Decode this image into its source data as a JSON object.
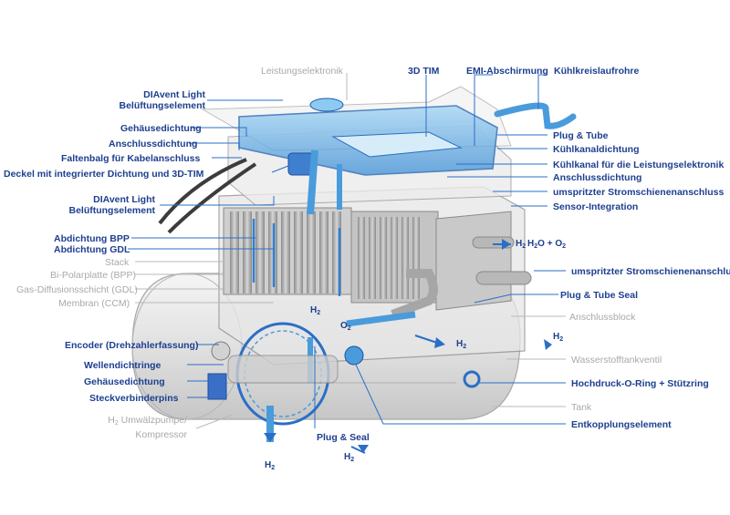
{
  "labels": {
    "power_electronics": "Leistungselektronik",
    "diavent_top_1": "DIAvent Light",
    "diavent_top_2": "Belüftungselement",
    "housing_seal_top": "Gehäusedichtung",
    "connection_seal_top": "Anschlussdichtung",
    "bellows": "Faltenbalg für Kabelanschluss",
    "lid_seal": "Deckel mit integrierter Dichtung und 3D-TIM",
    "diavent_mid_1": "DIAvent Light",
    "diavent_mid_2": "Belüftungselement",
    "bpp_seal": "Abdichtung BPP",
    "gdl_seal": "Abdichtung GDL",
    "stack": "Stack",
    "bpp": "Bi-Polarplatte (BPP)",
    "gdl": "Gas-Diffusionsschicht (GDL)",
    "ccm": "Membran (CCM)",
    "encoder": "Encoder (Drehzahlerfassung)",
    "shaft_seals": "Wellendichtringe",
    "housing_seal_bottom": "Gehäusedichtung",
    "connector_pins": "Steckverbinderpins",
    "pump_1a": "H",
    "pump_1b": "2",
    "pump_1c": " Umwälzpumpe/",
    "pump_2": "Kompressor",
    "tim": "3D TIM",
    "emi": "EMI-Abschirmung",
    "cooling_pipes": "Kühlkreislaufrohre",
    "plug_tube": "Plug & Tube",
    "coolant_seal": "Kühlkanaldichtung",
    "coolant_channel": "Kühlkanal für die Leistungselektronik",
    "connection_seal_right": "Anschlussdichtung",
    "busbar_top": "umspritzter Stromschienenanschluss",
    "sensor": "Sensor-Integration",
    "busbar_bottom": "umspritzter Stromschienenanschluss",
    "plug_tube_seal": "Plug & Tube Seal",
    "connection_block": "Anschlussblock",
    "tank_valve": "Wasserstofftankventil",
    "high_pressure": "Hochdruck-O-Ring + Stützring",
    "tank": "Tank",
    "decoupling": "Entkopplungselement",
    "plug_seal": "Plug & Seal"
  },
  "gas": {
    "h": "H",
    "o": "O",
    "two": "2",
    "h2o_o2_1": "H",
    "h2o_o2_2": "2",
    "h2o_o2_3": "O + O",
    "h2o_o2_4": "2"
  },
  "colors": {
    "accent_blue": "#1d3f8f",
    "part_blue": "#4a9bdb",
    "grey_label": "#a9a9a9"
  }
}
